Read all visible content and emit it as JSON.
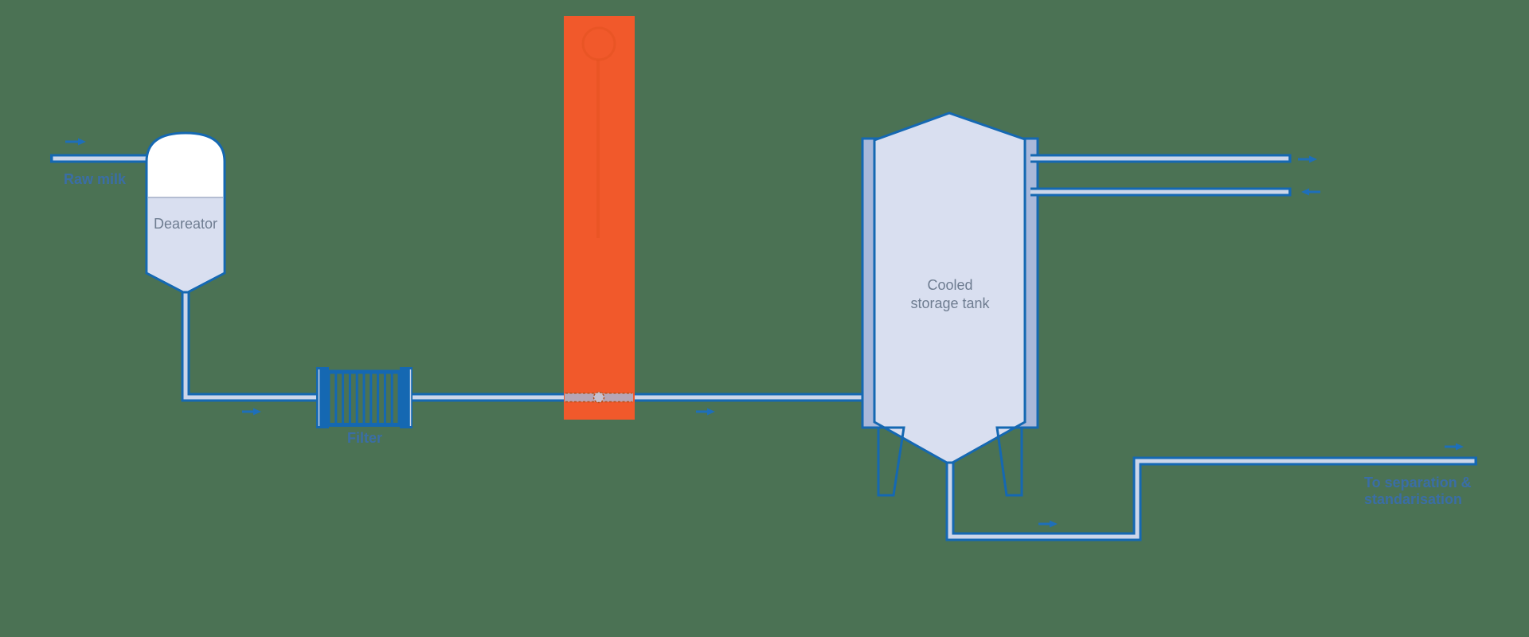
{
  "diagram": {
    "type": "process-flow-diagram",
    "labels": {
      "raw_milk": "Raw milk",
      "deareator": "Deareator",
      "filter": "Filter",
      "cooled_tank_line1": "Cooled",
      "cooled_tank_line2": "storage tank",
      "outlet_line1": "To separation &",
      "outlet_line2": "standarisation"
    },
    "colors": {
      "background": "#4b7254",
      "line_blue": "#1568b2",
      "pipe_fill": "#ccd6ea",
      "vessel_fill": "#d9dff0",
      "vessel_top_fill": "#ffffff",
      "jacket_fill": "#a9b8da",
      "highlight_orange": "#f1592b",
      "ghost_orange": "#e04f1e",
      "ghost_pipe_fill": "#b2abbe",
      "ghost_dash": "#b5511d",
      "arrow_blue": "#1e6fba",
      "label_blue": "#3a6ea6",
      "label_gray": "#6e7c90"
    },
    "arrows": [
      {
        "id": "raw-milk-inlet",
        "direction": "right"
      },
      {
        "id": "deareator-to-filter",
        "direction": "right"
      },
      {
        "id": "to-storage-tank",
        "direction": "right"
      },
      {
        "id": "cooling-out",
        "direction": "right"
      },
      {
        "id": "cooling-in",
        "direction": "left"
      },
      {
        "id": "tank-outlet",
        "direction": "right"
      },
      {
        "id": "to-separation",
        "direction": "right"
      }
    ]
  }
}
